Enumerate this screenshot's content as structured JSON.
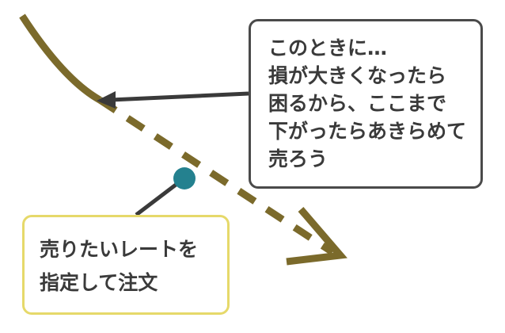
{
  "callout_top": {
    "lines": [
      "このときに…",
      "損が大きくなったら",
      "困るから、ここまで",
      "下がったらあきらめて",
      "売ろう"
    ]
  },
  "callout_bottom": {
    "lines": [
      "売りたいレートを",
      "指定して注文"
    ]
  },
  "colors": {
    "trend_line": "#7b6a2b",
    "order_point": "#24818f",
    "callout_top_border": "#4a4a4a",
    "callout_bottom_border": "#e6d96a",
    "arrow": "#3a3a3a"
  }
}
